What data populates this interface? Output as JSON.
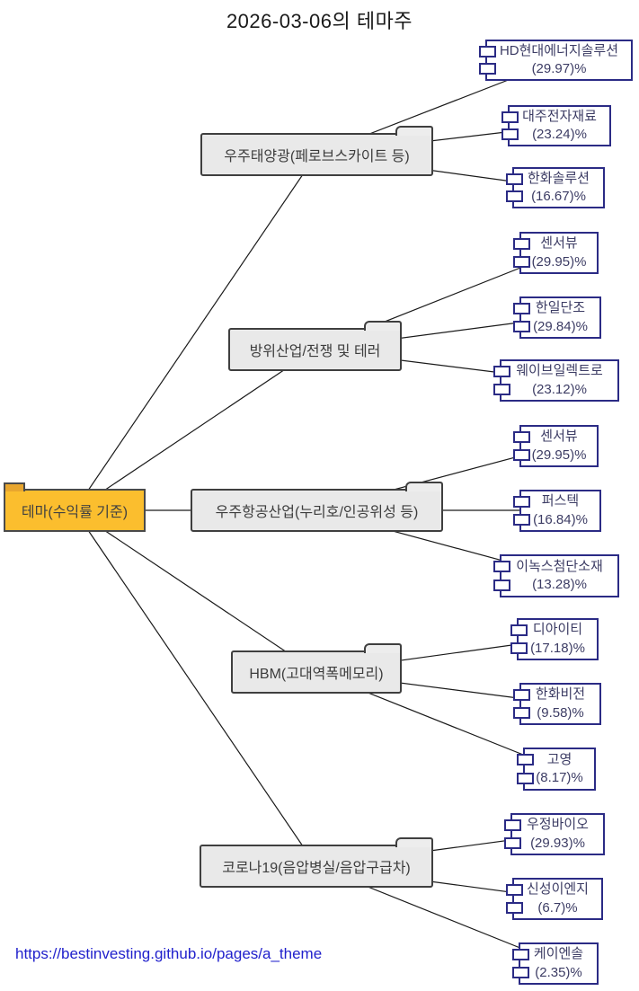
{
  "title": "2026-03-06의 테마주",
  "root": {
    "label": "테마(수익률 기준)"
  },
  "themes": [
    {
      "label": "우주태양광(페로브스카이트 등)",
      "stocks": [
        {
          "name": "HD현대에너지솔루션",
          "change": "(29.97)%"
        },
        {
          "name": "대주전자재료",
          "change": "(23.24)%"
        },
        {
          "name": "한화솔루션",
          "change": "(16.67)%"
        }
      ]
    },
    {
      "label": "방위산업/전쟁 및 테러",
      "stocks": [
        {
          "name": "센서뷰",
          "change": "(29.95)%"
        },
        {
          "name": "한일단조",
          "change": "(29.84)%"
        },
        {
          "name": "웨이브일렉트로",
          "change": "(23.12)%"
        }
      ]
    },
    {
      "label": "우주항공산업(누리호/인공위성 등)",
      "stocks": [
        {
          "name": "센서뷰",
          "change": "(29.95)%"
        },
        {
          "name": "퍼스텍",
          "change": "(16.84)%"
        },
        {
          "name": "이녹스첨단소재",
          "change": "(13.28)%"
        }
      ]
    },
    {
      "label": "HBM(고대역폭메모리)",
      "stocks": [
        {
          "name": "디아이티",
          "change": "(17.18)%"
        },
        {
          "name": "한화비전",
          "change": "(9.58)%"
        },
        {
          "name": "고영",
          "change": "(8.17)%"
        }
      ]
    },
    {
      "label": "코로나19(음압병실/음압구급차)",
      "stocks": [
        {
          "name": "우정바이오",
          "change": "(29.93)%"
        },
        {
          "name": "신성이엔지",
          "change": "(6.7)%"
        },
        {
          "name": "케이엔솔",
          "change": "(2.35)%"
        }
      ]
    }
  ],
  "footer": {
    "link": "https://bestinvesting.github.io/pages/a_theme"
  },
  "colors": {
    "root_fill": "#FBBE2E",
    "theme_fill": "#E9E9E9",
    "leaf_border": "#2B2B85",
    "link": "#2121CC"
  }
}
